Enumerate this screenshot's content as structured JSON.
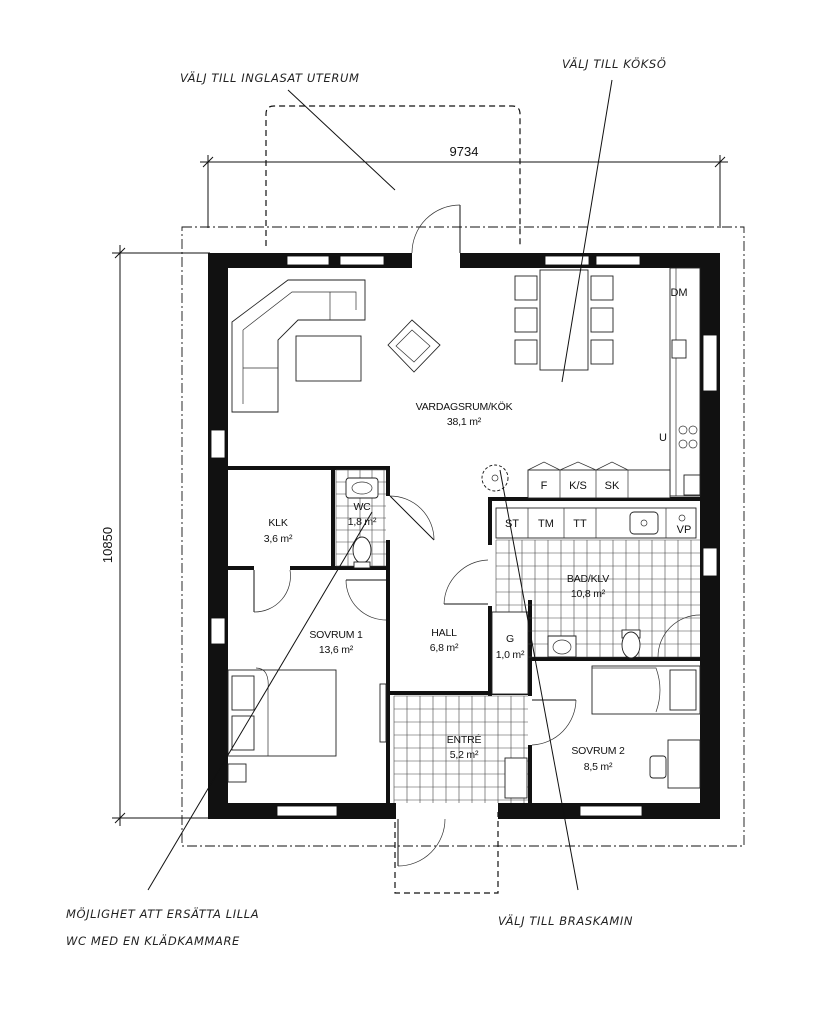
{
  "dimensions": {
    "width": "9734",
    "height": "10850"
  },
  "rooms": [
    {
      "name": "VARDAGSRUM/KÖK",
      "area": "38,1 m²"
    },
    {
      "name": "KLK",
      "area": "3,6 m²"
    },
    {
      "name": "WC",
      "area": "1,8 m²"
    },
    {
      "name": "SOVRUM 1",
      "area": "13,6 m²"
    },
    {
      "name": "HALL",
      "area": "6,8 m²"
    },
    {
      "name": "G",
      "area": "1,0 m²"
    },
    {
      "name": "BAD/KLV",
      "area": "10,8 m²"
    },
    {
      "name": "ENTRÉ",
      "area": "5,2 m²"
    },
    {
      "name": "SOVRUM 2",
      "area": "8,5 m²"
    }
  ],
  "fixtures": {
    "f": "F",
    "ks": "K/S",
    "sk": "SK",
    "st": "ST",
    "tm": "TM",
    "tt": "TT",
    "vp": "VP",
    "dm": "DM",
    "u": "U"
  },
  "notes": {
    "uterum": "VÄLJ TILL INGLASAT UTERUM",
    "kokso": "VÄLJ TILL KÖKSÖ",
    "wc_line1": "MÖJLIGHET ATT ERSÄTTA LILLA",
    "wc_line2": "WC MED EN KLÄDKAMMARE",
    "braskamin": "VÄLJ TILL BRASKAMIN"
  }
}
